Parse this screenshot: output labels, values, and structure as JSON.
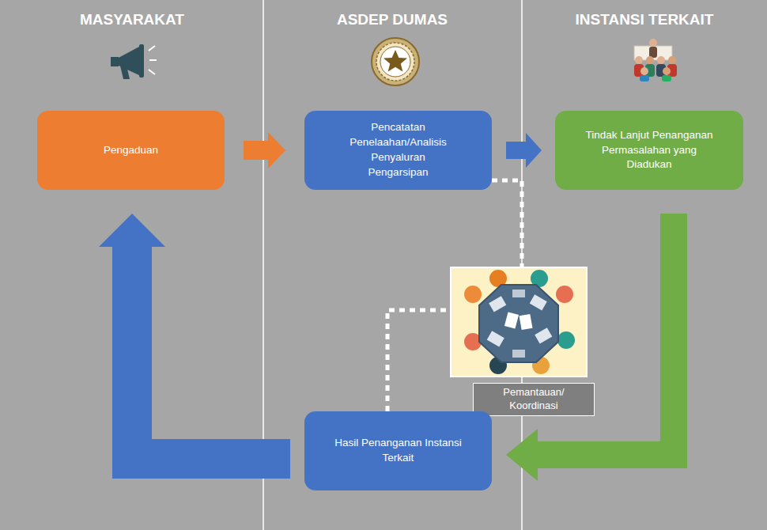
{
  "diagram": {
    "nodes": [
      {
        "text": [
          "Pengaduan"
        ]
      },
      {
        "text": [
          "Pencatatan Penelaahan/Analisis Penyaluran Pengarsipan"
        ]
      },
      {
        "text": [
          "Tindak Lanjut Penanganan Permasalahan yang Diadukan"
        ]
      },
      {
        "text": [
          "Pemantauan/ Koordinasi"
        ]
      },
      {
        "text": [
          "Hasil Penanganan Instansi Terkait"
        ]
      }
    ],
    "edges": [
      {
        "from": 0,
        "to": 1,
        "arrow": "to"
      },
      {
        "from": 1,
        "to": 2,
        "arrow": "to"
      },
      {
        "from": 2,
        "to": 4,
        "arrow": "to"
      },
      {
        "from": 4,
        "to": 0,
        "arrow": "to"
      },
      {
        "from": 1,
        "to": 3,
        "arrow": "none"
      },
      {
        "from": 4,
        "to": 3,
        "arrow": "none"
      }
    ],
    "labels": [
      "MASYARAKAT",
      "ASDEP DUMAS",
      "INSTANSI TERKAIT"
    ]
  }
}
